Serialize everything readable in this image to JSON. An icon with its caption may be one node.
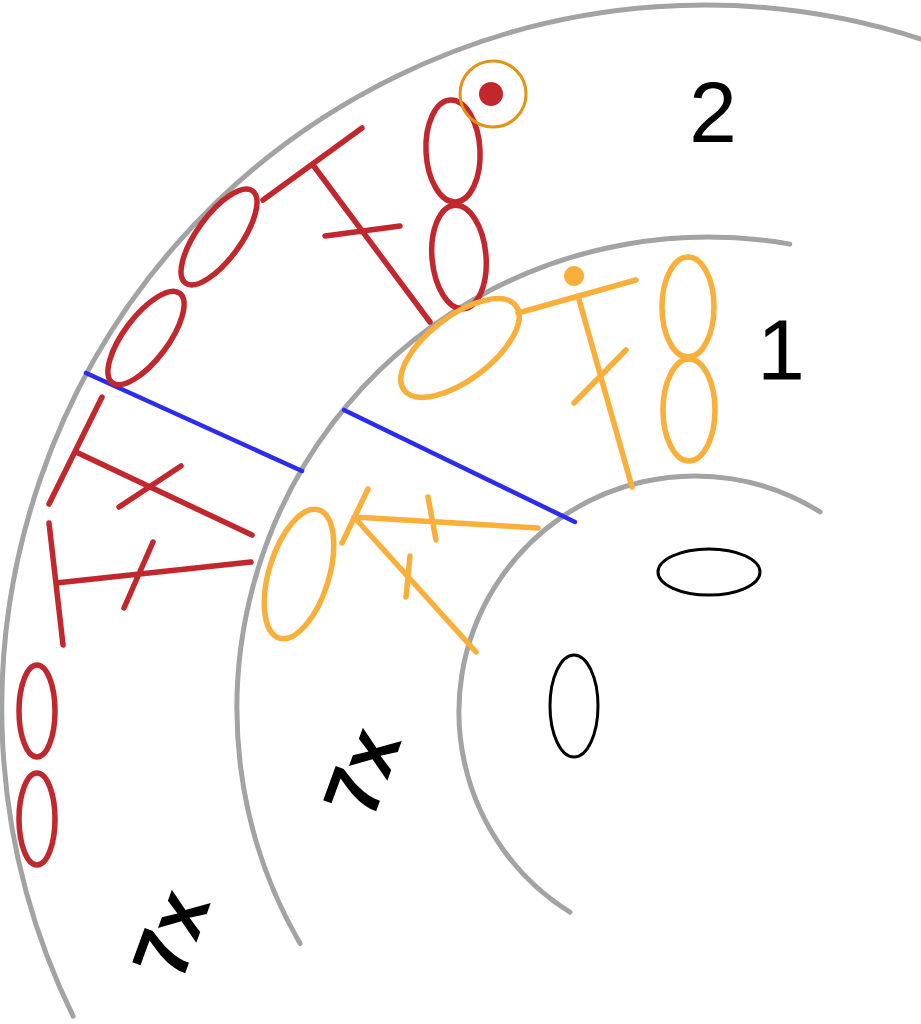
{
  "diagram": {
    "nodes": [
      {
        "text": [],
        "shape": "oval"
      },
      {
        "text": [],
        "shape": "oval"
      },
      {
        "text": [],
        "shape": "oval"
      },
      {
        "text": [],
        "shape": "oval"
      },
      {
        "text": [],
        "shape": "oval"
      },
      {
        "text": [],
        "shape": "oval"
      },
      {
        "text": [],
        "shape": "oval"
      },
      {
        "text": [],
        "shape": "oval"
      },
      {
        "text": [],
        "shape": "oval"
      },
      {
        "text": [],
        "shape": "oval"
      },
      {
        "text": [],
        "shape": "oval"
      },
      {
        "text": [],
        "shape": "oval"
      }
    ],
    "labels": [
      "2",
      "1",
      "7x",
      "7x"
    ]
  }
}
